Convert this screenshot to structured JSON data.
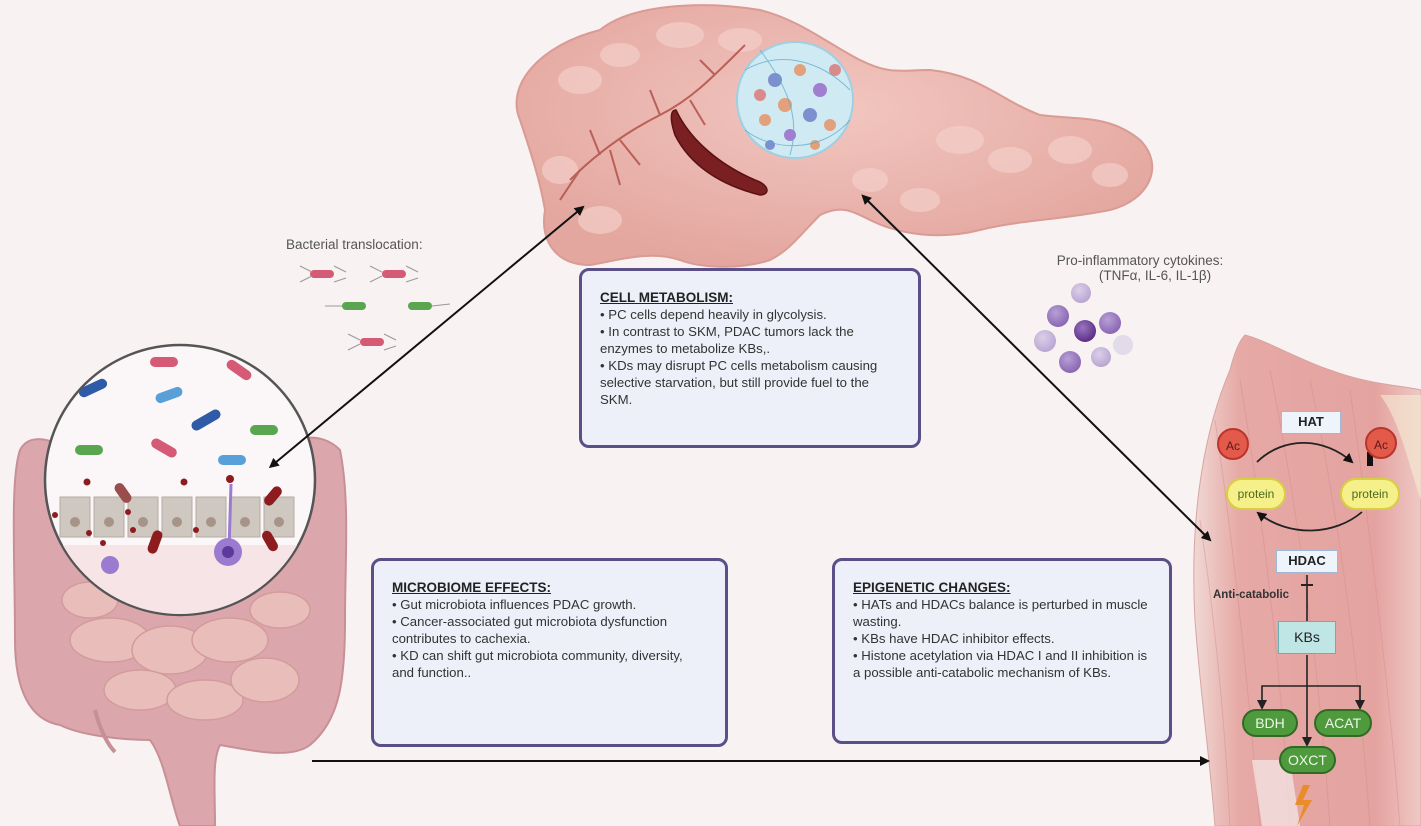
{
  "labels": {
    "bacterial_translocation": "Bacterial translocation:",
    "cytokines_line1": "Pro-inflammatory cytokines:",
    "cytokines_line2": "(TNFα, IL-6, IL-1β)"
  },
  "boxes": {
    "cell_metabolism": {
      "title": "CELL METABOLISM:",
      "bullets": [
        "• PC cells  depend heavily in glycolysis.",
        "• In contrast to SKM, PDAC tumors lack the enzymes to metabolize KBs,.",
        "• KDs may disrupt PC cells metabolism causing selective starvation,  but still provide fuel to the  SKM."
      ]
    },
    "microbiome_effects": {
      "title": "MICROBIOME EFFECTS:",
      "bullets": [
        "• Gut microbiota  influences PDAC growth.",
        "• Cancer-associated gut microbiota dysfunction contributes to  cachexia.",
        "• KD can shift gut microbiota community, diversity, and function.."
      ]
    },
    "epigenetic_changes": {
      "title": "EPIGENETIC CHANGES:",
      "bullets": [
        "• HATs and HDACs balance is perturbed in muscle wasting.",
        "• KBs have HDAC inhibitor effects.",
        "• Histone acetylation via HDAC I and II inhibition is a possible anti-catabolic mechanism of KBs."
      ]
    }
  },
  "muscle_panel": {
    "hat": "HAT",
    "hdac": "HDAC",
    "ac_left": "Ac",
    "ac_right": "Ac",
    "protein_left": "protein",
    "protein_right": "protein",
    "anti_catabolic": "Anti-catabolic",
    "kbs": "KBs",
    "enzymes": [
      "BDH",
      "ACAT",
      "OXCT"
    ]
  },
  "icons": {
    "organ_top": "pancreas-with-tumor-icon",
    "organ_left": "intestine-icon",
    "organ_right": "muscle-icon",
    "magnifier": "gut-barrier-magnifier-icon",
    "energy": "lightning-bolt-icon"
  },
  "colors": {
    "background": "#f8f2f3",
    "box_border": "#5a4f86",
    "box_fill": "#eef0f9",
    "tissue_pink": "#e5a9a3",
    "enzyme_green": "#4e9a3c",
    "cytokine_purple": "#6a3d95"
  }
}
